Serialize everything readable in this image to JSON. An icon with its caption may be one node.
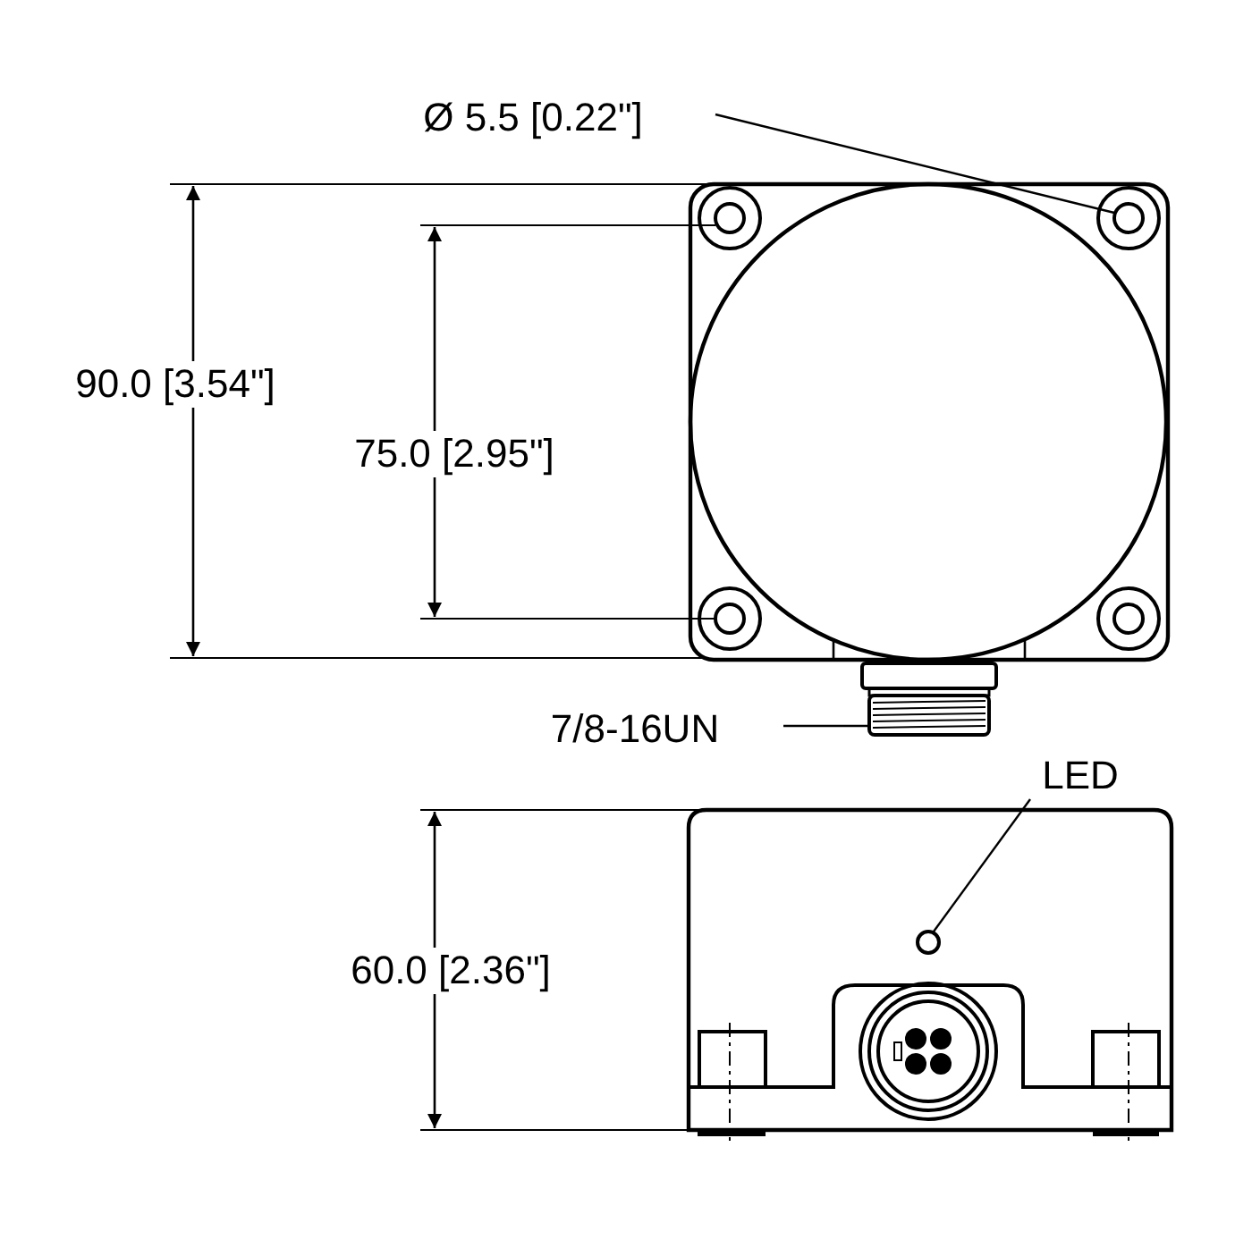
{
  "diagram": {
    "nodes": [
      {
        "text": [
          "Ø 5.5 [0.22\"]"
        ]
      },
      {
        "text": [],
        "shape": "circle"
      },
      {
        "text": [
          "7/8-16UN"
        ]
      },
      {
        "text": [],
        "shape": "box"
      },
      {
        "text": [
          "LED"
        ]
      },
      {
        "text": [],
        "shape": "circle"
      }
    ],
    "edges": [
      {
        "from": 0,
        "to": 1,
        "arrow": "none"
      },
      {
        "from": 2,
        "to": 3,
        "arrow": "none"
      },
      {
        "from": 4,
        "to": 5,
        "arrow": "none"
      }
    ],
    "labels": [
      "90.0 [3.54\"]",
      "75.0 [2.95\"]",
      "60.0 [2.36\"]"
    ]
  }
}
